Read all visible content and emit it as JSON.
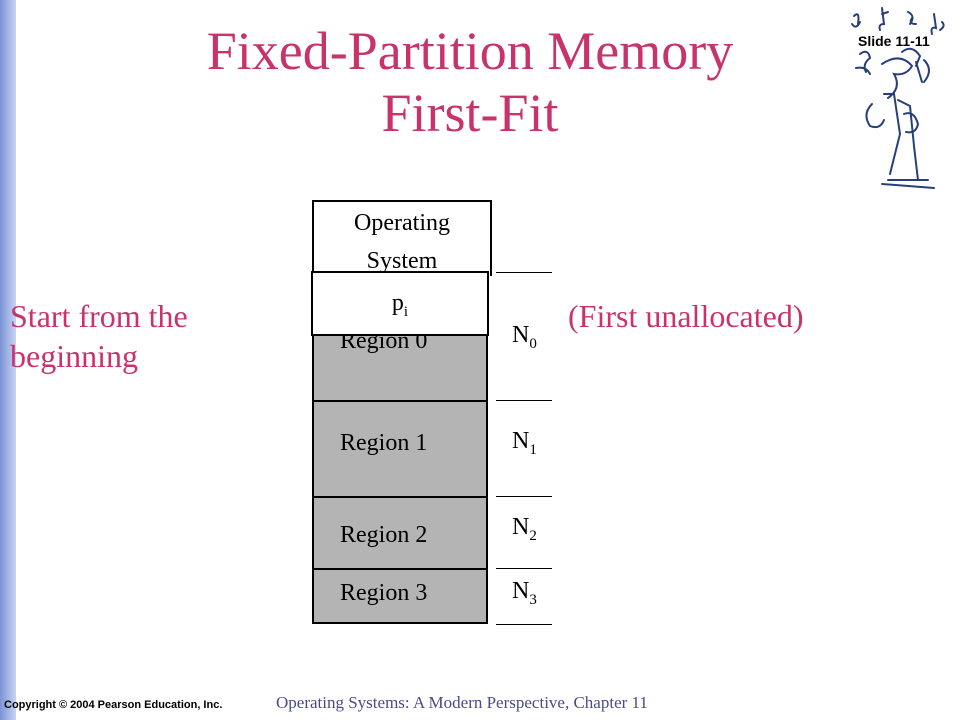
{
  "slide": {
    "title_line1": "Fixed-Partition Memory",
    "title_line2": "First-Fit",
    "slide_number": "Slide 11-11",
    "left_text_line1": "Start from the",
    "left_text_line2": "beginning",
    "right_text": "(First unallocated)",
    "copyright": "Copyright © 2004 Pearson Education, Inc.",
    "footer": "Operating Systems: A Modern Perspective, Chapter 11"
  },
  "diagram": {
    "os_line1": "Operating",
    "os_line2": "System",
    "process_label": "p",
    "process_sub": "i",
    "regions": [
      "Region 0",
      "Region 1",
      "Region 2",
      "Region 3"
    ],
    "sizes": [
      {
        "base": "N",
        "sub": "0"
      },
      {
        "base": "N",
        "sub": "1"
      },
      {
        "base": "N",
        "sub": "2"
      },
      {
        "base": "N",
        "sub": "3"
      }
    ]
  },
  "colors": {
    "title": "#c8336b",
    "region_fill": "#b4b4b4",
    "footer": "#4b4b8a"
  },
  "icons": [
    "musician-clipart-icon"
  ]
}
